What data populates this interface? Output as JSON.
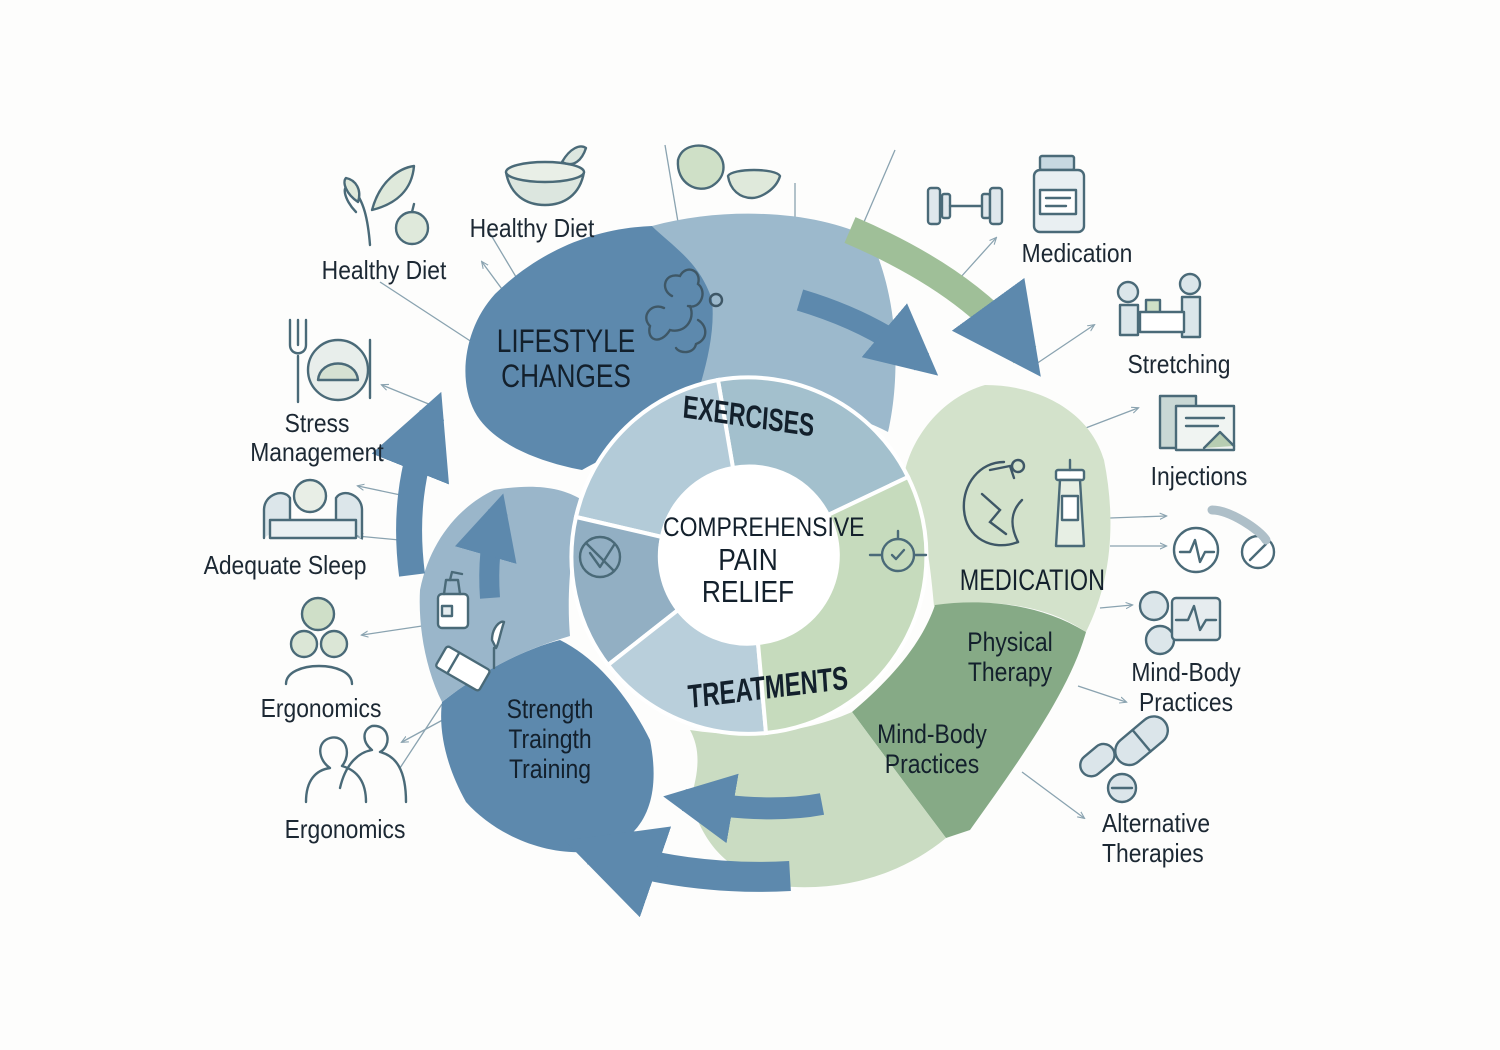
{
  "center": {
    "line1": "COMPREHENSIVE",
    "line2": "PAIN",
    "line3": "RELIEF"
  },
  "inner_ring": {
    "top": "EXERCISES",
    "bottom": "TREATMENTS"
  },
  "segments": {
    "lifestyle": [
      "LIFESTYLE",
      "CHANGES"
    ],
    "medication": "MEDICATION",
    "strength": [
      "Strength",
      "Traingth",
      "Training"
    ],
    "physical_therapy": [
      "Physical",
      "Therapy"
    ],
    "mind_body": [
      "Mind-Body",
      "Practices"
    ]
  },
  "left_labels": {
    "healthy_diet_top": "Healthy Diet",
    "healthy_diet": "Healthy Diet",
    "stress": [
      "Stress",
      "Management"
    ],
    "sleep": "Adequate Sleep",
    "ergonomics_1": "Ergonomics",
    "ergonomics_2": "Ergonomics"
  },
  "right_labels": {
    "medication": "Medication",
    "stretching": "Stretching",
    "injections": "Injections",
    "mind_body": [
      "Mind-Body",
      "Practices"
    ],
    "alternative": [
      "Alternative",
      "Therapies"
    ]
  },
  "icons": [
    "sprout-apple-icon",
    "bowl-icon",
    "fruit-icon",
    "dumbbell-icon",
    "medicine-bottle-icon",
    "therapy-session-icon",
    "chart-document-icon",
    "capsule-heartbeat-icon",
    "monitor-icon",
    "pills-icon",
    "plate-utensils-icon",
    "sleep-icon",
    "group-icon",
    "people-icon",
    "lungs-icon",
    "spray-bottle-icon",
    "needle-icon",
    "patch-icon",
    "gauge-icon",
    "kidney-icon",
    "cup-icon",
    "check-target-icon"
  ],
  "colors": {
    "blue_dark": "#5d89ad",
    "blue_mid": "#8fb0c6",
    "blue_light": "#b7ccda",
    "green_light": "#cfdfc7",
    "green_mid": "#a9c4a2",
    "green_dark": "#86aa86",
    "text": "#1c2833"
  }
}
